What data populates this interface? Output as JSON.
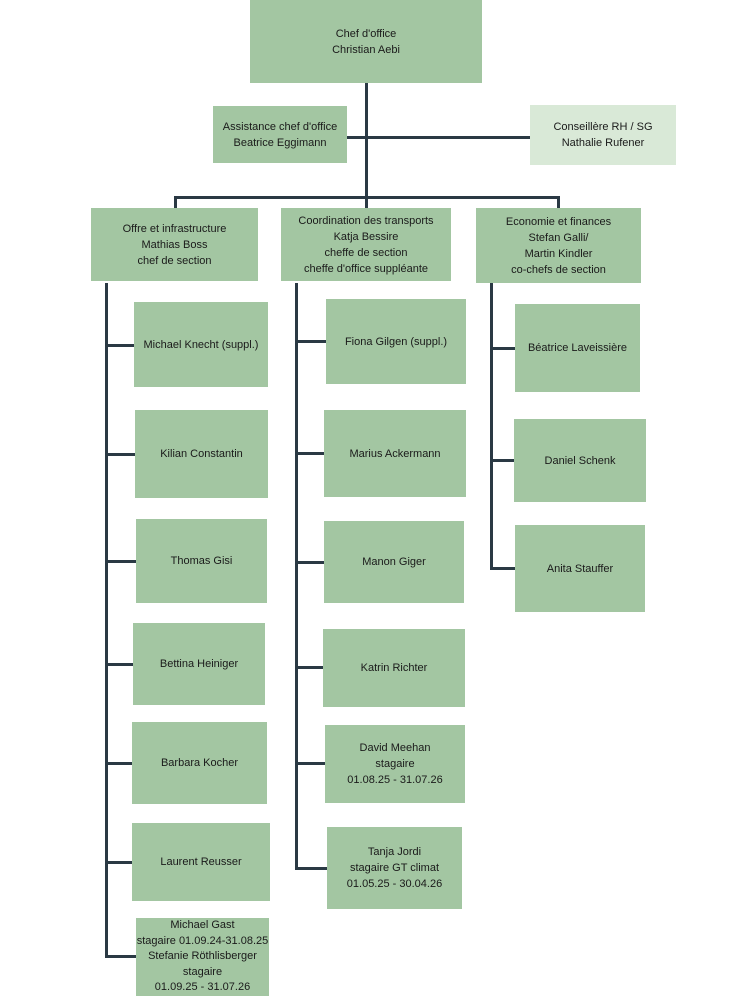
{
  "top": {
    "chief": [
      "Chef d'office",
      "Christian Aebi"
    ],
    "assistant": [
      "Assistance chef d'office",
      "Beatrice Eggimann"
    ],
    "advisor": [
      "Conseillère RH / SG",
      "Nathalie Rufener"
    ]
  },
  "sections": [
    {
      "head": [
        "Offre et infrastructure",
        "Mathias Boss",
        "chef de section"
      ],
      "members": [
        [
          "Michael Knecht (suppl.)"
        ],
        [
          "Kilian Constantin"
        ],
        [
          "Thomas Gisi"
        ],
        [
          "Bettina Heiniger"
        ],
        [
          "Barbara Kocher"
        ],
        [
          "Laurent Reusser"
        ],
        [
          "Michael Gast",
          "stagaire 01.09.24-31.08.25",
          "Stefanie Röthlisberger",
          "stagaire",
          "01.09.25 - 31.07.26"
        ]
      ]
    },
    {
      "head": [
        "Coordination des transports",
        "Katja Bessire",
        "cheffe de section",
        "cheffe d'office suppléante"
      ],
      "members": [
        [
          "Fiona Gilgen (suppl.)"
        ],
        [
          "Marius Ackermann"
        ],
        [
          "Manon Giger"
        ],
        [
          "Katrin Richter"
        ],
        [
          "David Meehan",
          "stagaire",
          "01.08.25 - 31.07.26"
        ],
        [
          "Tanja Jordi",
          "stagaire GT climat",
          "01.05.25 - 30.04.26"
        ]
      ]
    },
    {
      "head": [
        "Economie et finances",
        "Stefan Galli/",
        "Martin Kindler",
        "co-chefs de section"
      ],
      "members": [
        [
          "Béatrice Laveissière"
        ],
        [
          "Daniel Schenk"
        ],
        [
          "Anita Stauffer"
        ]
      ]
    }
  ],
  "colors": {
    "box": "#a3c6a2",
    "box_light": "#d9e9d7",
    "line": "#2a3944"
  }
}
